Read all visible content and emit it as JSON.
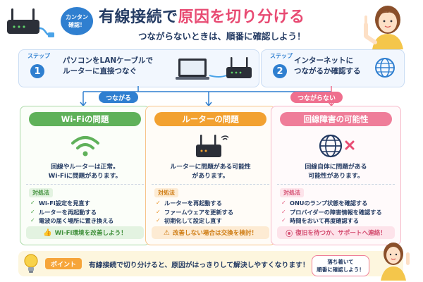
{
  "header": {
    "badge": "カンタン\n確認！",
    "title_part1": "有線接続で",
    "title_part2": "原因を切り分ける",
    "subtitle": "つながらないときは、順番に確認しよう！"
  },
  "steps": [
    {
      "tag": "ステップ",
      "num": "1",
      "text_line1": "パソコンをLANケーブルで",
      "text_line2": "ルーターに直接つなぐ"
    },
    {
      "tag": "ステップ",
      "num": "2",
      "text_line1": "インターネットに",
      "text_line2": "つながるか確認する"
    }
  ],
  "branches": {
    "yes": "つながる",
    "no": "つながらない"
  },
  "columns": [
    {
      "title": "Wi-Fiの問題",
      "desc_line1": "回線やルーターは正常。",
      "desc_line2": "Wi-Fiに問題があります。",
      "action_label": "対処法",
      "items": [
        "Wi-Fi設定を見直す",
        "ルーターを再起動する",
        "電波の届く場所に置き換える"
      ],
      "footer": "Wi-Fi環境を改善しよう！",
      "icon": "wifi-icon",
      "accent": "#5fb15a"
    },
    {
      "title": "ルーターの問題",
      "desc_line1": "ルーターに問題がある可能性",
      "desc_line2": "があります。",
      "action_label": "対処法",
      "items": [
        "ルーターを再起動する",
        "ファームウェアを更新する",
        "初期化して設定し直す"
      ],
      "footer": "改善しない場合は交換を検討！",
      "icon": "router-icon",
      "accent": "#f2a130"
    },
    {
      "title": "回線障害の可能性",
      "desc_line1": "回線自体に問題がある",
      "desc_line2": "可能性があります。",
      "action_label": "対処法",
      "items": [
        "ONUのランプ状態を確認する",
        "プロバイダーの障害情報を確認する",
        "時間をおいて再度確認する"
      ],
      "footer": "復旧を待つか、サポートへ連絡！",
      "icon": "globe-error-icon",
      "accent": "#ef7d99"
    }
  ],
  "tip": {
    "label": "ポイント",
    "text": "有線接続で切り分けると、原因がはっきりして解決しやすくなります！",
    "bubble": "落ち着いて\n順番に確認しよう！"
  },
  "colors": {
    "blue": "#2f7fd0",
    "pink": "#e84b73",
    "navy": "#243b63"
  }
}
